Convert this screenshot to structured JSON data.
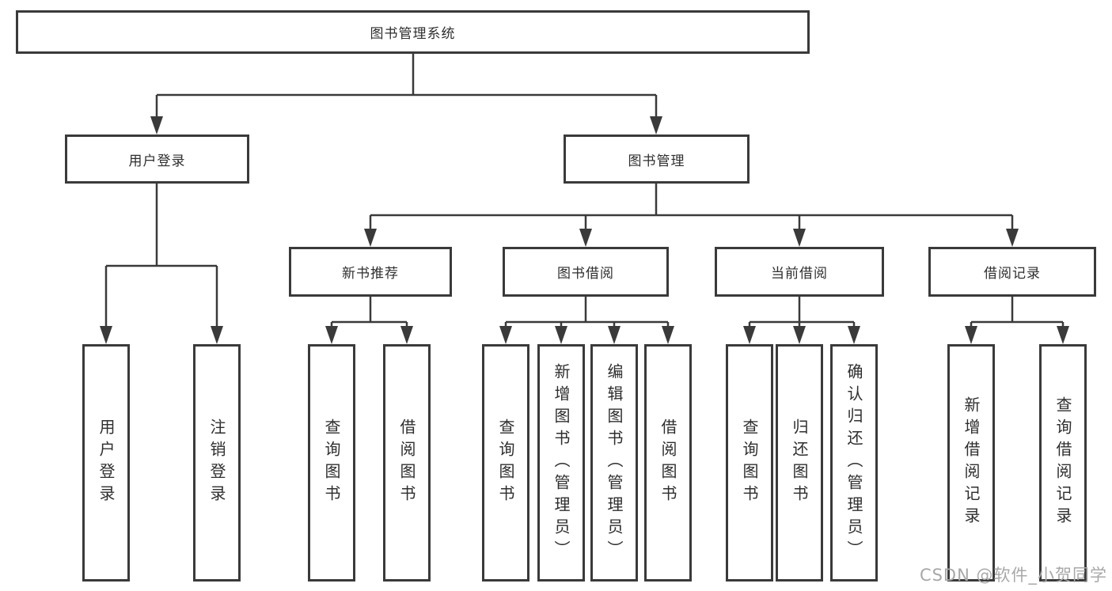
{
  "watermark": "CSDN @软件_小贺同学",
  "tree": {
    "root": {
      "label": "图书管理系统"
    },
    "children": [
      {
        "label": "用户登录",
        "children": [
          {
            "label": "用户登录"
          },
          {
            "label": "注销登录"
          }
        ]
      },
      {
        "label": "图书管理",
        "children": [
          {
            "label": "新书推荐",
            "children": [
              {
                "label": "查询图书"
              },
              {
                "label": "借阅图书"
              }
            ]
          },
          {
            "label": "图书借阅",
            "children": [
              {
                "label": "查询图书"
              },
              {
                "label": "新增图书（管理员）"
              },
              {
                "label": "编辑图书（管理员）"
              },
              {
                "label": "借阅图书"
              }
            ]
          },
          {
            "label": "当前借阅",
            "children": [
              {
                "label": "查询图书"
              },
              {
                "label": "归还图书"
              },
              {
                "label": "确认归还（管理员）"
              }
            ]
          },
          {
            "label": "借阅记录",
            "children": [
              {
                "label": "新增借阅记录"
              },
              {
                "label": "查询借阅记录"
              }
            ]
          }
        ]
      }
    ]
  },
  "colors": {
    "line": "#3a3a3a",
    "text": "#2e2e2e",
    "watermark": "#a8a8a8",
    "background": "#ffffff"
  }
}
